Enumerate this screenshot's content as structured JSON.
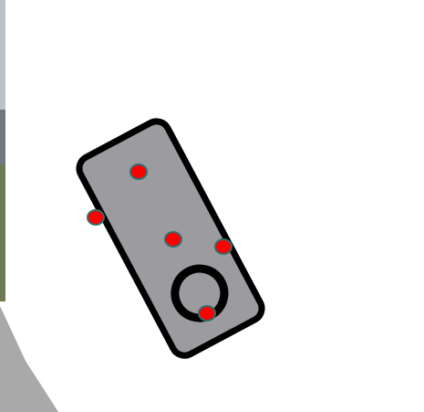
{
  "colors": {
    "background": "#ffffff",
    "device_body": "#9b9ba0",
    "device_outline": "#000000",
    "marker_fill": "#ff0000",
    "marker_ring": "#2f6f6f",
    "photo_strip_left": "#6f7a7f",
    "floor_wedge": "#a9a9aa"
  },
  "scene": {
    "device": {
      "icon": "handheld-remote-icon",
      "has_joystick_ring": true
    },
    "markers": [
      {
        "name": "marker-top"
      },
      {
        "name": "marker-left-edge"
      },
      {
        "name": "marker-center"
      },
      {
        "name": "marker-right-edge"
      },
      {
        "name": "marker-bottom-ring"
      }
    ]
  }
}
